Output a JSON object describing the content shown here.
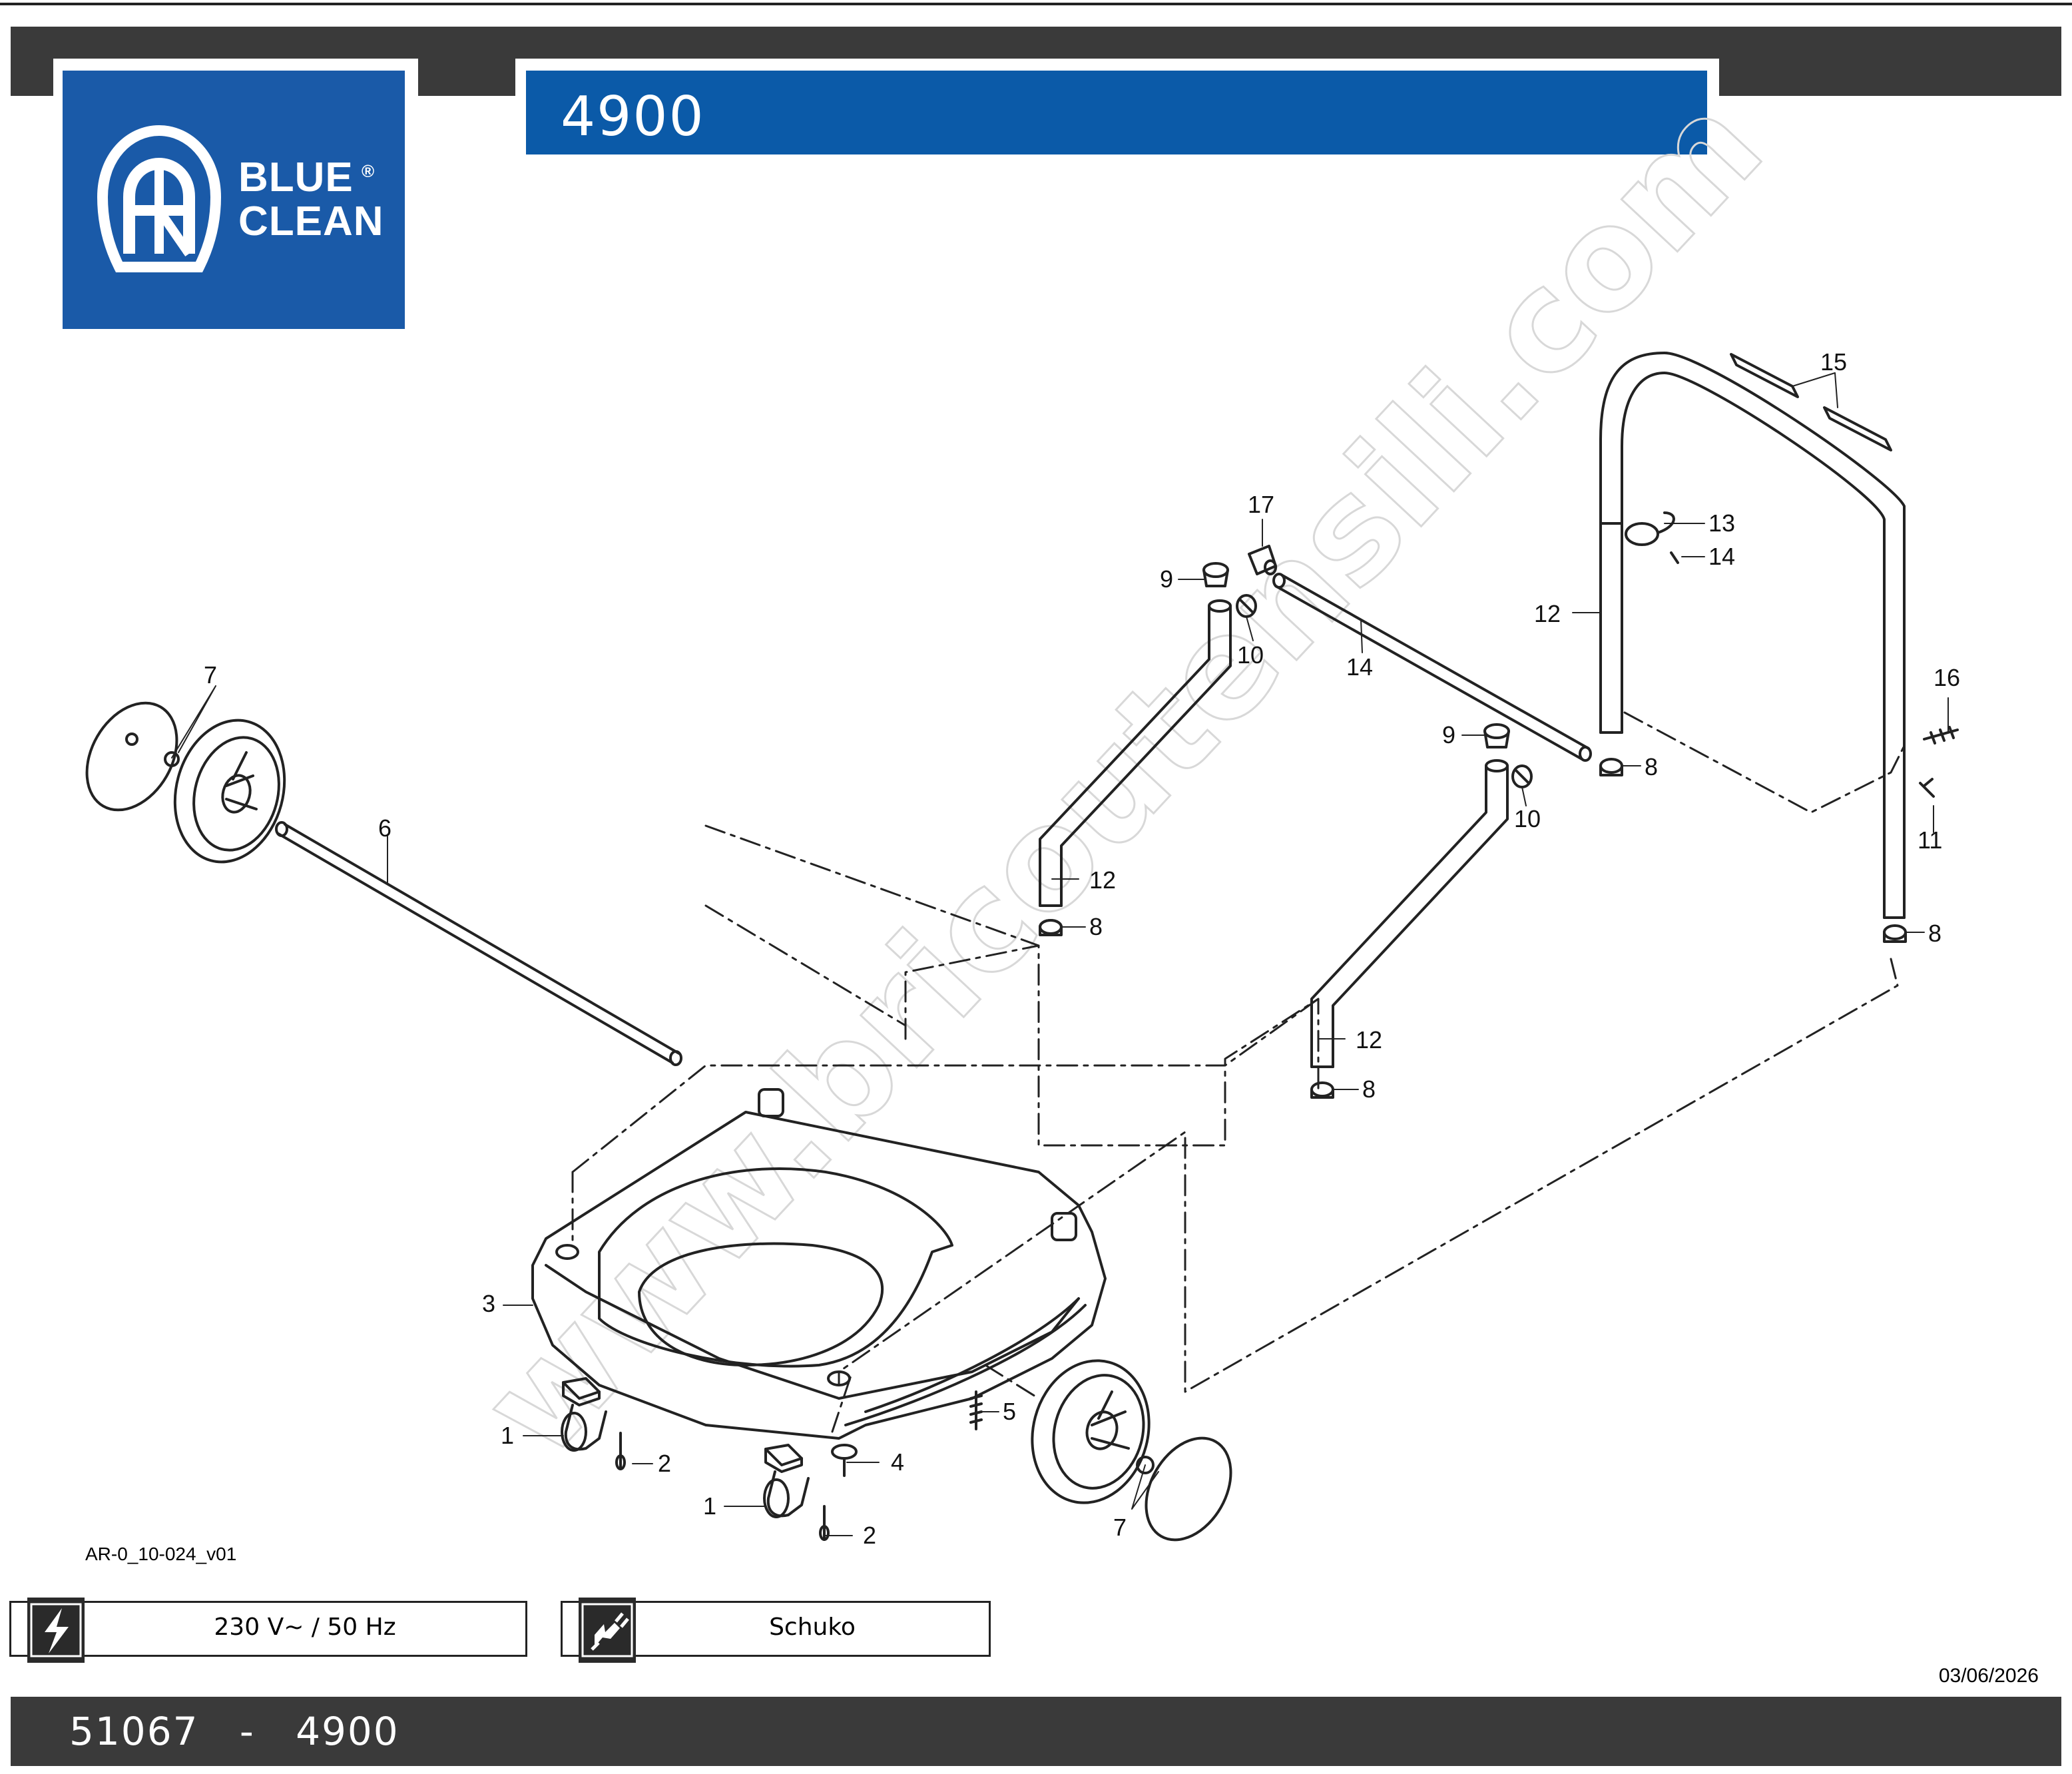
{
  "header": {
    "title": "4900",
    "brand_line1": "BLUE",
    "brand_line2": "CLEAN",
    "brand_mark": "AR",
    "registered": "®"
  },
  "drawing": {
    "watermark": "www.bricoutensili.com",
    "drawing_code": "AR-0_10-024_v01",
    "callouts": {
      "c1a": "1",
      "c1b": "1",
      "c2a": "2",
      "c2b": "2",
      "c3": "3",
      "c4": "4",
      "c5": "5",
      "c6": "6",
      "c7a": "7",
      "c7b": "7",
      "c8a": "8",
      "c8b": "8",
      "c8c": "8",
      "c8d": "8",
      "c9a": "9",
      "c9b": "9",
      "c10a": "10",
      "c10b": "10",
      "c11": "11",
      "c12a": "12",
      "c12b": "12",
      "c12c": "12",
      "c13": "13",
      "c14a": "14",
      "c14b": "14",
      "c15": "15",
      "c16": "16",
      "c17": "17"
    }
  },
  "specs": {
    "voltage": "230 V~ / 50 Hz",
    "voltage_icon": "lightning-icon",
    "plug": "Schuko",
    "plug_icon": "plug-icon"
  },
  "date": "03/06/2026",
  "footer": {
    "code": "51067",
    "separator": "-",
    "model": "4900"
  },
  "colors": {
    "brand_blue": "#1a5aa8",
    "title_blue": "#0b5aa8",
    "bar_dark": "#3a3a3a"
  }
}
